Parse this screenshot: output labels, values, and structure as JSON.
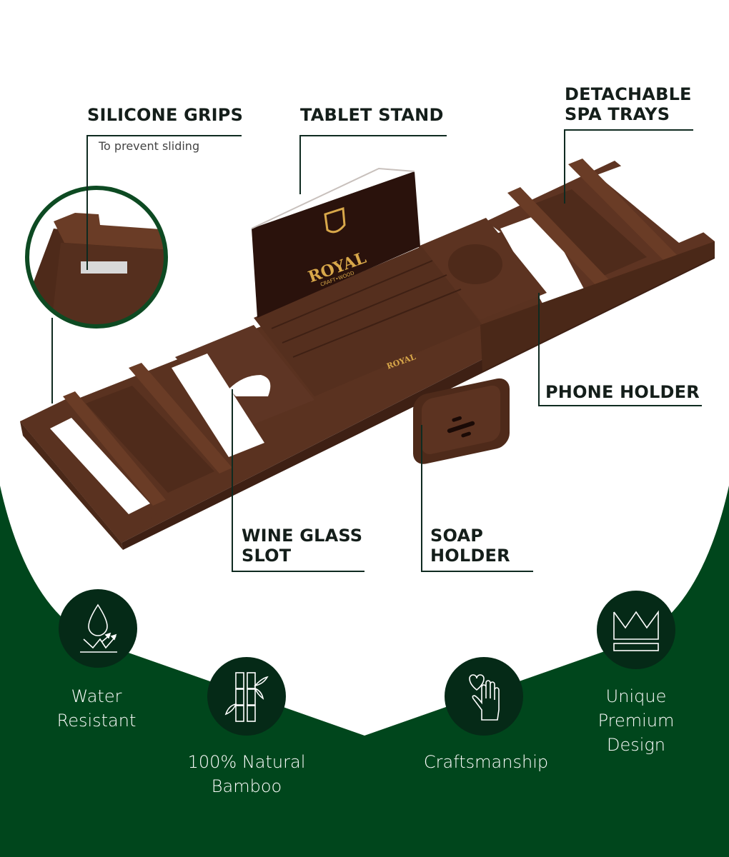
{
  "colors": {
    "green_bg": "#00461c",
    "icon_circle": "#052a17",
    "wood": "#5a3220",
    "wood_dark": "#3e2014",
    "wood_light": "#6e3e28",
    "label_text": "#141e1a",
    "leader_line": "#0f2a20",
    "brand_gold": "#d9a84a"
  },
  "callouts": {
    "silicone_grips": {
      "title": "SILICONE GRIPS",
      "subtitle": "To prevent sliding"
    },
    "tablet_stand": {
      "title": "TABLET STAND"
    },
    "spa_trays": {
      "line1": "DETACHABLE",
      "line2": "SPA TRAYS"
    },
    "phone_holder": {
      "title": "PHONE HOLDER"
    },
    "wine_glass": {
      "line1": "WINE GLASS",
      "line2": "SLOT"
    },
    "soap_holder": {
      "line1": "SOAP",
      "line2": "HOLDER"
    }
  },
  "brand": {
    "name": "ROYAL",
    "tagline": "CRAFT•WOOD"
  },
  "features": [
    {
      "icon": "water-drop-icon",
      "line1": "Water",
      "line2": "Resistant"
    },
    {
      "icon": "bamboo-icon",
      "line1": "100% Natural",
      "line2": "Bamboo"
    },
    {
      "icon": "heart-hand-icon",
      "line1": "Craftsmanship",
      "line2": ""
    },
    {
      "icon": "crown-icon",
      "line1": "Unique",
      "line2": "Premium",
      "line3": "Design"
    }
  ]
}
